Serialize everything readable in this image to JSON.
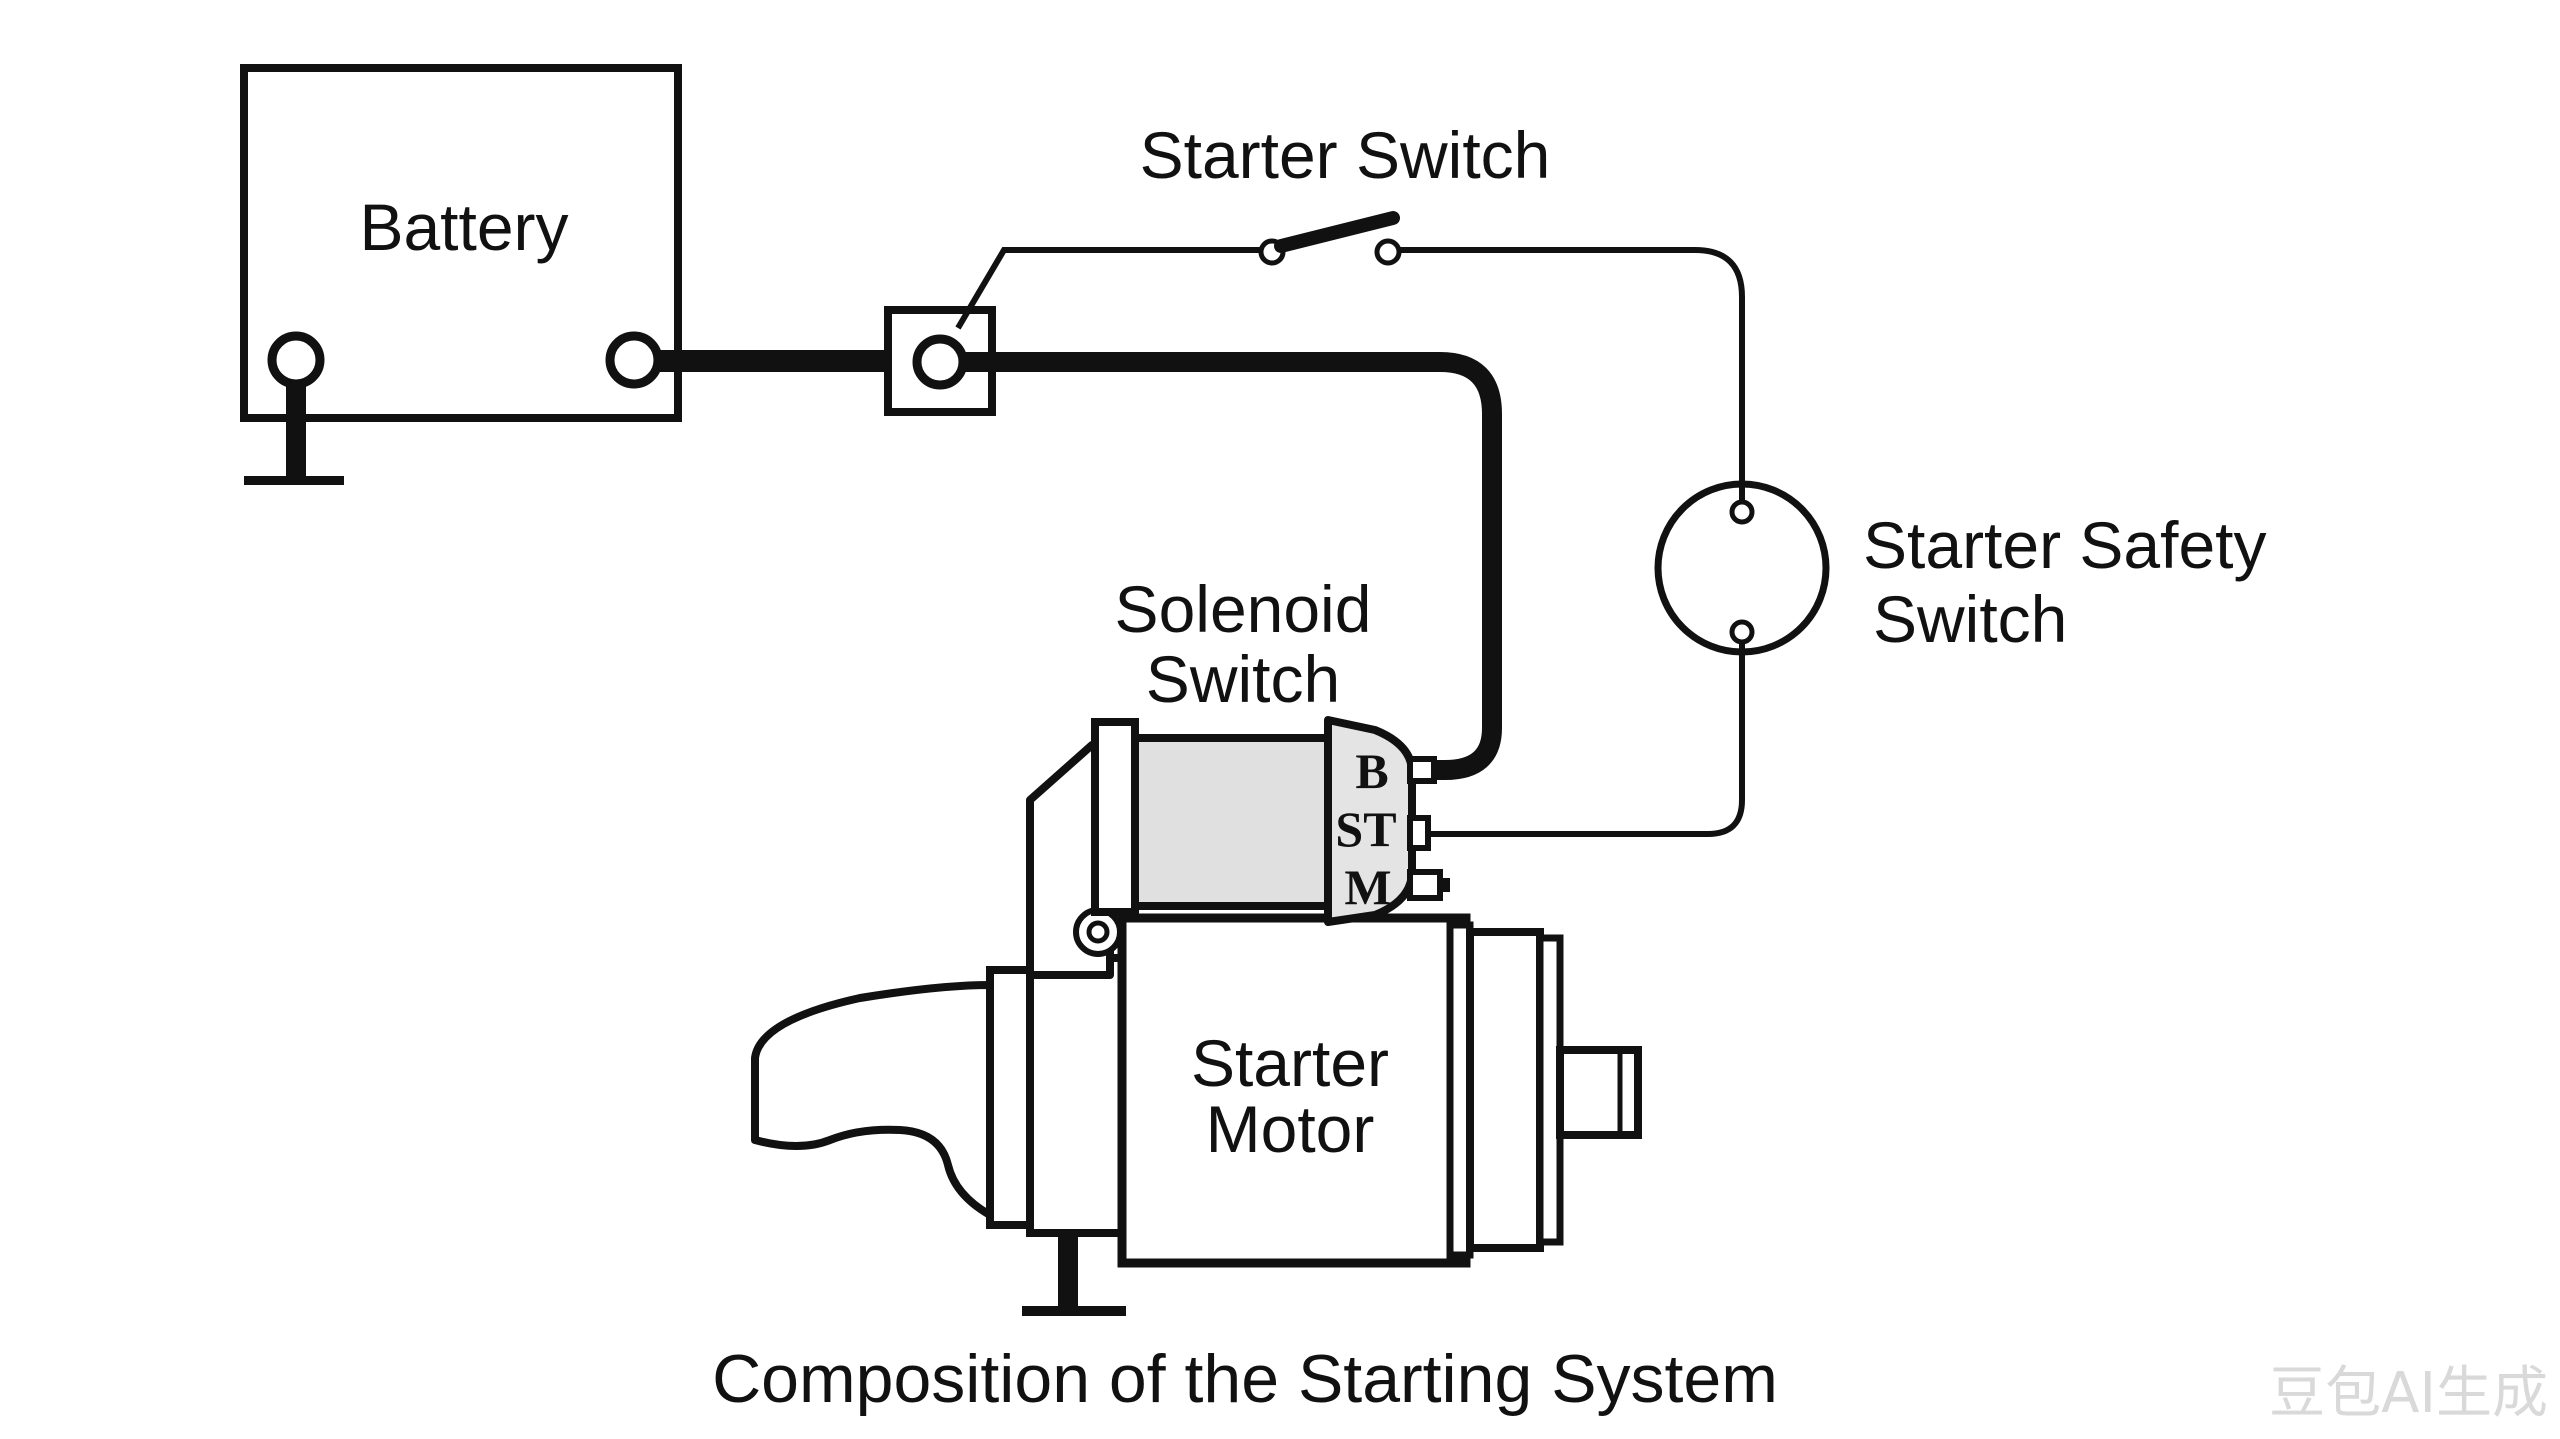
{
  "labels": {
    "battery": "Battery",
    "starter_switch": "Starter Switch",
    "safety_switch_line1": "Starter Safety",
    "safety_switch_line2": "Switch",
    "solenoid_line1": "Solenoid",
    "solenoid_line2": "Switch",
    "motor_line1": "Starter",
    "motor_line2": "Motor",
    "caption": "Composition of the Starting System"
  },
  "solenoid_terminals": {
    "b": "B",
    "st": "ST",
    "m": "M"
  },
  "watermark": "豆包AI生成",
  "colors": {
    "line": "#111111",
    "solenoid_fill": "#e0e0e0",
    "background": "#ffffff"
  }
}
